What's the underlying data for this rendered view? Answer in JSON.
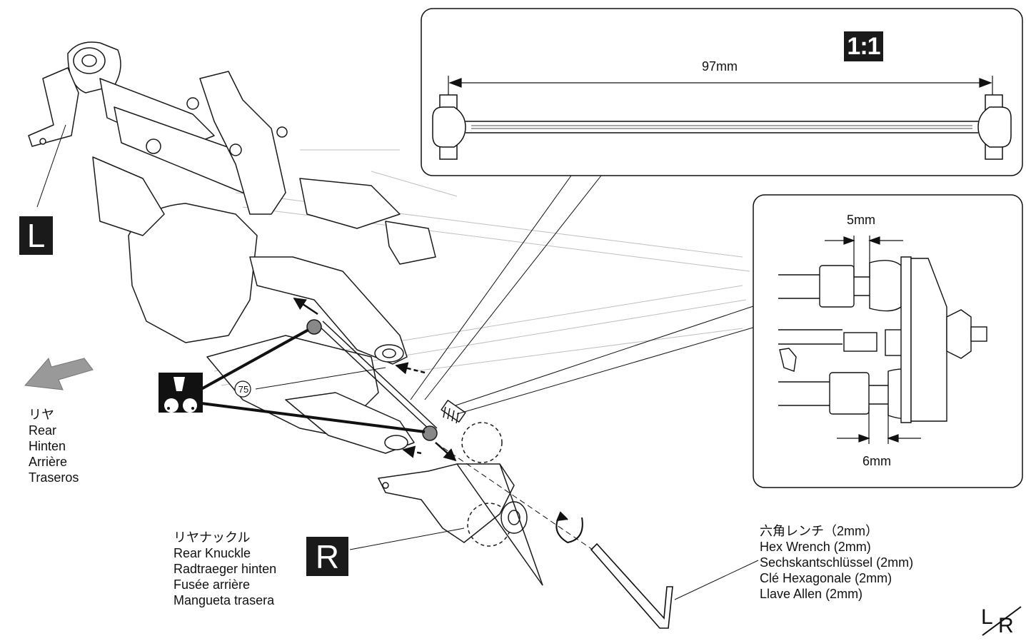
{
  "badges": {
    "left": "L",
    "right": "R",
    "scale": "1:1"
  },
  "dimensions": {
    "shaft_length": "97mm",
    "gap_top": "5mm",
    "gap_bottom": "6mm"
  },
  "part_number": "75",
  "direction_label": {
    "lines": [
      "リヤ",
      "Rear",
      "Hinten",
      "Arrière",
      "Traseros"
    ]
  },
  "knuckle_label": {
    "lines": [
      "リヤナックル",
      "Rear Knuckle",
      "Radtraeger hinten",
      "Fusée arrière",
      "Mangueta trasera"
    ]
  },
  "wrench_label": {
    "lines": [
      "六角レンチ（2mm）",
      "Hex Wrench (2mm)",
      "Sechskantschlüssel (2mm)",
      "Clé Hexagonale (2mm)",
      "Llave Allen (2mm)"
    ]
  },
  "lr_mark": {
    "left": "L",
    "right": "R"
  },
  "colors": {
    "line": "#1a1a1a",
    "arrow_fill": "#999999",
    "badge_bg": "#1a1a1a"
  }
}
